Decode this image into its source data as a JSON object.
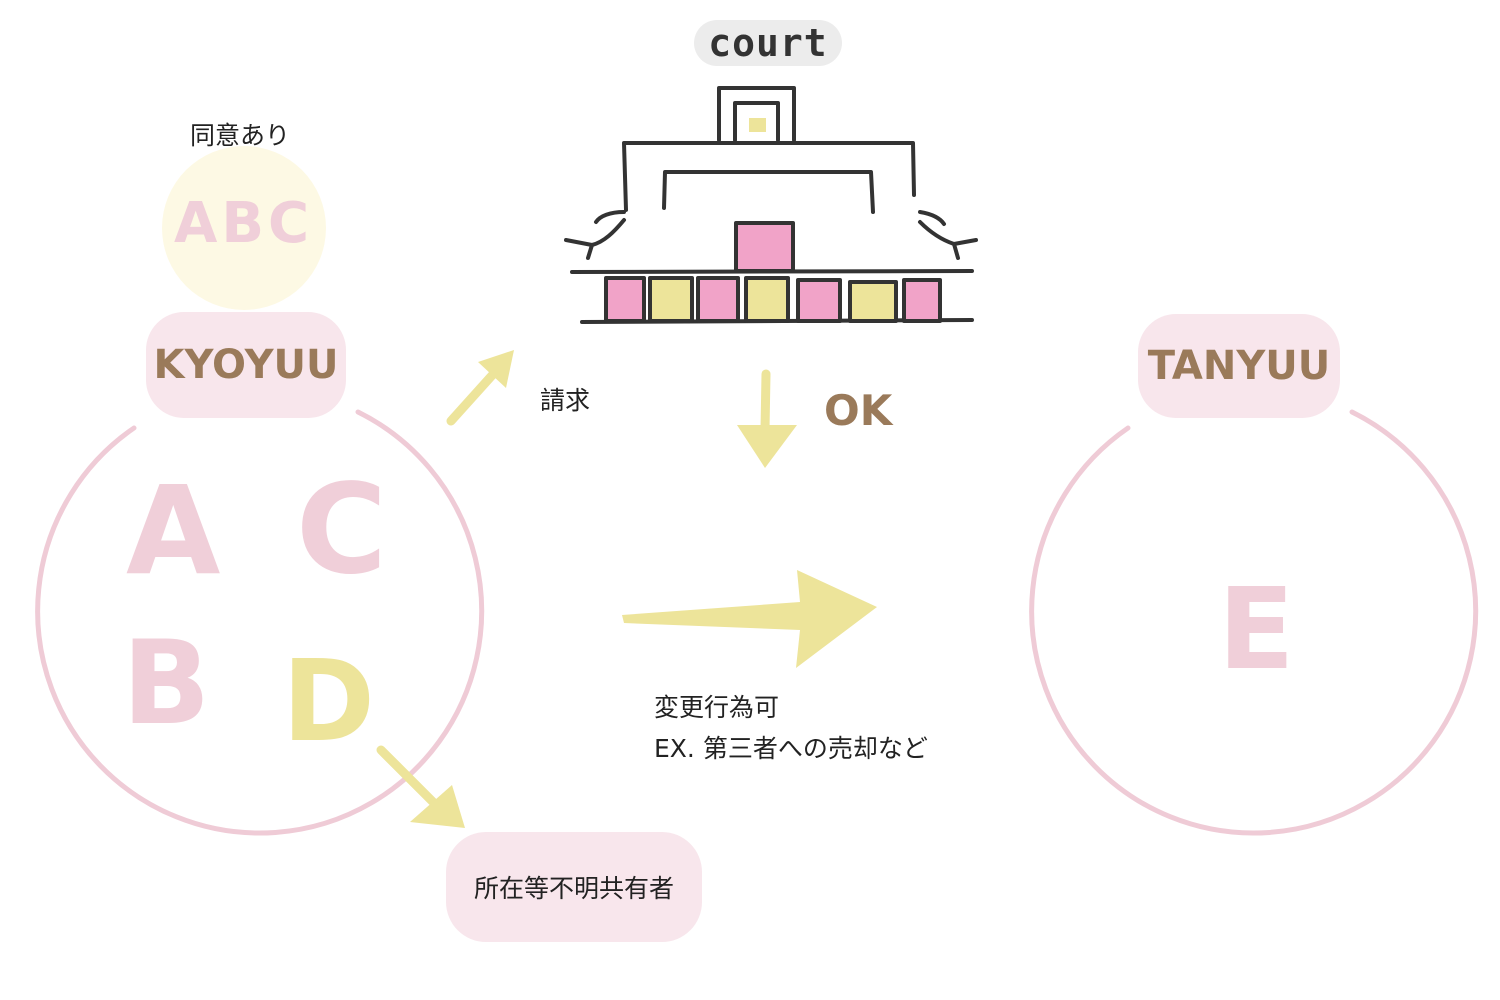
{
  "court": {
    "label": "court"
  },
  "consent": {
    "label": "同意あり",
    "letters": "ABC"
  },
  "kyoyuu": {
    "label": "KYOYUU",
    "members": [
      "A",
      "C",
      "B",
      "D"
    ]
  },
  "tanyuu": {
    "label": "TANYUU",
    "member": "E"
  },
  "request": {
    "label": "請求"
  },
  "approval": {
    "label": "OK"
  },
  "effect": {
    "line1": "変更行為可",
    "line2": "EX. 第三者への売却など"
  },
  "unknown_owner": {
    "label": "所在等不明共有者"
  },
  "colors": {
    "pink": "#f1a3c8",
    "pink_light": "#f0cfd9",
    "yellow": "#ede49a",
    "cream": "#fdf9e4",
    "brown": "#9a7a5a",
    "ink": "#333333"
  }
}
